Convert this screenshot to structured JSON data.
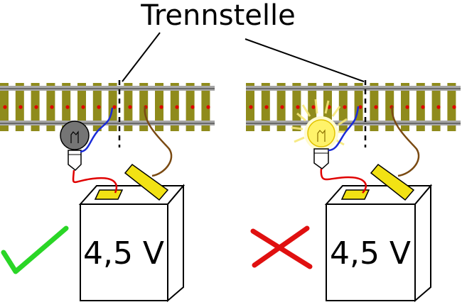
{
  "title": "Trennstelle",
  "colors": {
    "sleeper": "#8f8b1c",
    "rail": "#a7a7a7",
    "rail_dark": "#555555",
    "dot": "#e00000",
    "battery_terminal": "#f2e214",
    "wire_red": "#e00000",
    "wire_blue": "#1a2bd8",
    "wire_brown": "#7a4a12",
    "bulb_off": "#757575",
    "bulb_on": "#fff36a",
    "check": "#2ad626",
    "cross": "#e01010"
  },
  "panels": [
    {
      "id": "left",
      "voltage": "4,5 V",
      "bulb_state": "off",
      "result": "check-icon"
    },
    {
      "id": "right",
      "voltage": "4,5 V",
      "bulb_state": "on",
      "result": "cross-icon"
    }
  ]
}
